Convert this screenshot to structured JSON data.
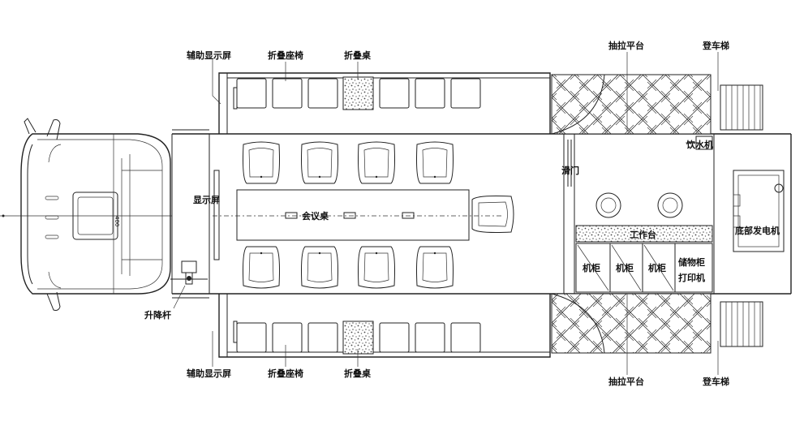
{
  "labels": {
    "aux_display_top": "辅助显示屏",
    "fold_seat_top": "折叠座椅",
    "fold_table_top": "折叠桌",
    "pull_platform_top": "抽拉平台",
    "boarding_ladder_top": "登车梯",
    "display": "显示屏",
    "meeting_table": "会议桌",
    "door": "滑门",
    "water_dispenser": "饮水机",
    "workbench": "工作台",
    "generator": "底部发电机",
    "cabinet_1": "机柜",
    "cabinet_2": "机柜",
    "cabinet_3": "机柜",
    "storage_cabinet": "储物柜",
    "printer": "打印机",
    "lift_pole": "升降杆",
    "aux_display_bottom": "辅助显示屏",
    "fold_seat_bottom": "折叠座椅",
    "fold_table_bottom": "折叠桌",
    "pull_platform_bottom": "抽拉平台",
    "boarding_ladder_bottom": "登车梯",
    "cab_dimension": "400"
  },
  "colors": {
    "line": "#222222",
    "hatch_fill": "#9a9a9a",
    "background": "#ffffff"
  }
}
